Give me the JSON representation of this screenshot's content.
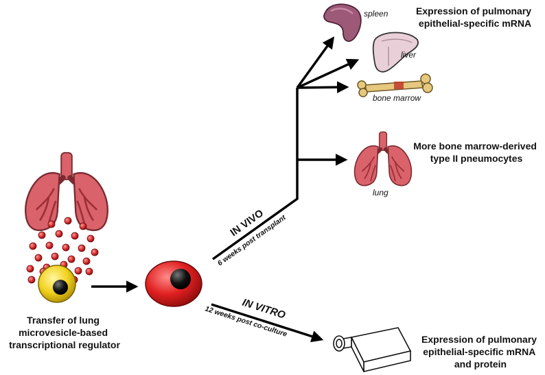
{
  "labels": {
    "source": [
      "Transfer of lung",
      "microvesicle-based",
      "transcriptional regulator"
    ],
    "in_vivo": "IN VIVO",
    "in_vivo_time": "6 weeks post transplant",
    "in_vitro": "IN VITRO",
    "in_vitro_time": "12 weeks post co-culture",
    "organ_spleen": "spleen",
    "organ_liver": "liver",
    "organ_bone_marrow": "bone marrow",
    "organ_lung": "lung",
    "result_top": [
      "Expression of pulmonary",
      "epithelial-specific mRNA"
    ],
    "result_middle": [
      "More bone marrow-derived",
      "type II pneumocytes"
    ],
    "result_bottom": [
      "Expression of pulmonary",
      "epithelial-specific mRNA",
      "and protein"
    ]
  },
  "colors": {
    "lung": "#d9626b",
    "lung_dark": "#9c2f37",
    "vesicle": "#d42a2a",
    "cell_yellow": "#f2d21d",
    "cell_red": "#e02020",
    "nucleus": "#111111",
    "spleen": "#9c5a78",
    "liver": "#e9cfd7",
    "bone": "#e6c87e",
    "arrow": "#000000"
  },
  "icons": [
    "lung-icon",
    "microvesicle-icon",
    "bone-marrow-cell-icon",
    "transformed-cell-icon",
    "spleen-icon",
    "liver-icon",
    "bone-icon",
    "culture-flask-icon"
  ]
}
